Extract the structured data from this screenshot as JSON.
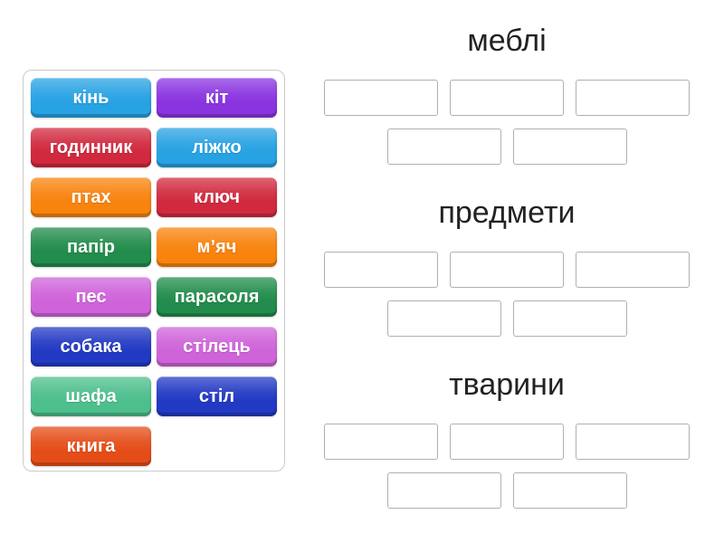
{
  "page": {
    "background": "#ffffff"
  },
  "tile_panel": {
    "border_color": "#cbcbcb",
    "tiles": [
      {
        "label": "кінь",
        "color": "#27a2e3"
      },
      {
        "label": "кіт",
        "color": "#8a34e0"
      },
      {
        "label": "годинник",
        "color": "#d1293e"
      },
      {
        "label": "ліжко",
        "color": "#27a2e3"
      },
      {
        "label": "птах",
        "color": "#f8830d"
      },
      {
        "label": "ключ",
        "color": "#d1293e"
      },
      {
        "label": "папір",
        "color": "#218c4b"
      },
      {
        "label": "м’яч",
        "color": "#f8830d"
      },
      {
        "label": "пес",
        "color": "#cf63da"
      },
      {
        "label": "парасоля",
        "color": "#218c4b"
      },
      {
        "label": "собака",
        "color": "#2239c4"
      },
      {
        "label": "стілець",
        "color": "#cf63da"
      },
      {
        "label": "шафа",
        "color": "#4dbf8d"
      },
      {
        "label": "стіл",
        "color": "#2239c4"
      },
      {
        "label": "книга",
        "color": "#e54d18"
      }
    ]
  },
  "groups": [
    {
      "title": "меблі",
      "empty_slots": 5
    },
    {
      "title": "предмети",
      "empty_slots": 5
    },
    {
      "title": "тварини",
      "empty_slots": 5
    }
  ],
  "slot": {
    "border_color": "#b0b0b0"
  }
}
